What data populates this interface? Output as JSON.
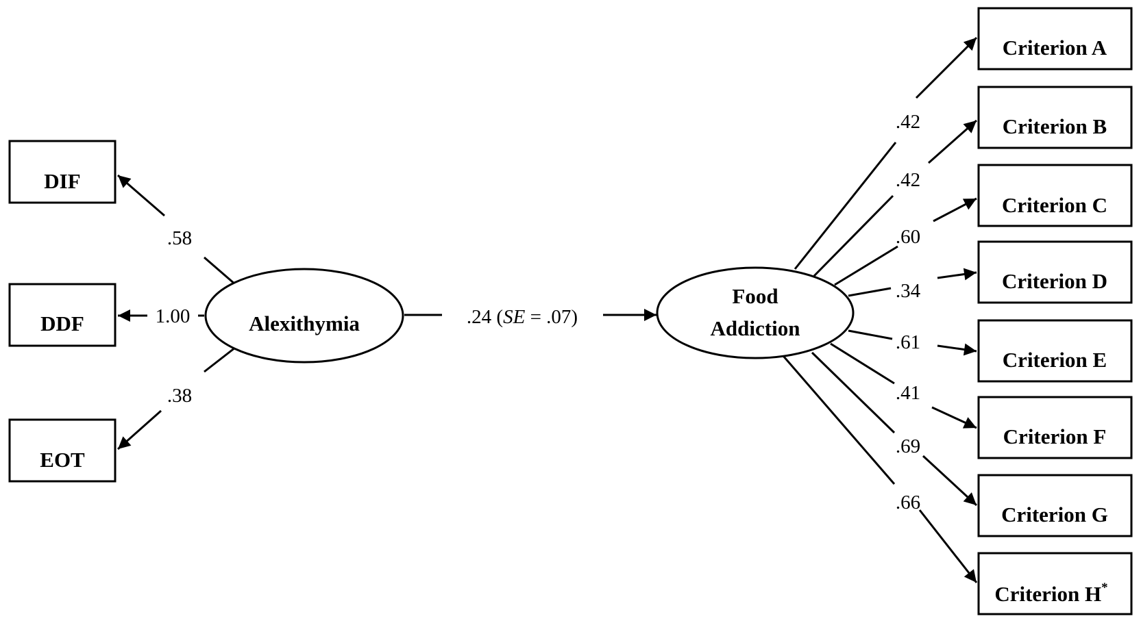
{
  "latent": {
    "alexithymia": "Alexithymia",
    "food_addiction_line1": "Food",
    "food_addiction_line2": "Addiction"
  },
  "alexithymia_indicators": [
    {
      "label": "DIF",
      "loading": ".58"
    },
    {
      "label": "DDF",
      "loading": "1.00"
    },
    {
      "label": "EOT",
      "loading": ".38"
    }
  ],
  "structural_path": {
    "coef": ".24",
    "se_open": " (",
    "se_label": "SE",
    "se_value": " = .07)"
  },
  "food_addiction_indicators": [
    {
      "label": "Criterion A",
      "loading": ".42"
    },
    {
      "label": "Criterion B",
      "loading": ".42"
    },
    {
      "label": "Criterion C",
      "loading": ".60"
    },
    {
      "label": "Criterion D",
      "loading": ".34"
    },
    {
      "label": "Criterion E",
      "loading": ".61"
    },
    {
      "label": "Criterion F",
      "loading": ".41"
    },
    {
      "label": "Criterion G",
      "loading": ".69"
    },
    {
      "label": "Criterion H",
      "loading": ".66",
      "superscript": "*"
    }
  ]
}
